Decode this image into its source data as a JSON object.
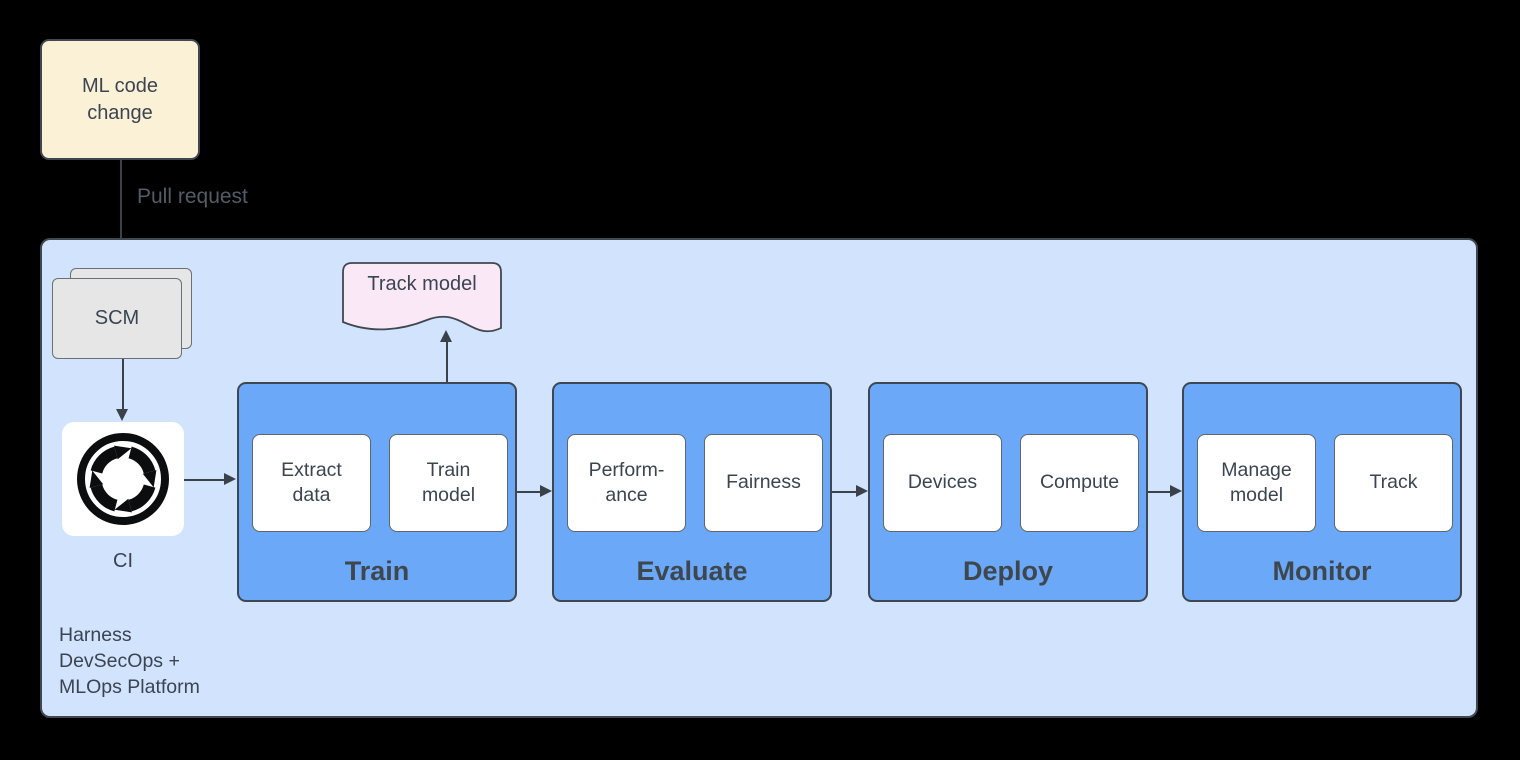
{
  "nodes": {
    "ml_code_change": "ML code\nchange",
    "scm": "SCM",
    "ci": "CI",
    "track_model": "Track model",
    "platform": "Harness\nDevSecOps +\nMLOps Platform"
  },
  "edges": {
    "pull_request": "Pull request"
  },
  "stages": [
    {
      "title": "Train",
      "items": [
        "Extract\ndata",
        "Train\nmodel"
      ]
    },
    {
      "title": "Evaluate",
      "items": [
        "Perform-\nance",
        "Fairness"
      ]
    },
    {
      "title": "Deploy",
      "items": [
        "Devices",
        "Compute"
      ]
    },
    {
      "title": "Monitor",
      "items": [
        "Manage\nmodel",
        "Track"
      ]
    }
  ],
  "icons": {
    "ci": "cycle-arrows-icon"
  },
  "colors": {
    "stage_fill": "#6BA8F7",
    "stage_stroke": "#3F4750",
    "platform_fill": "#D2E3FD",
    "platform_stroke": "#3F4750",
    "source_fill": "#FBF1D6",
    "source_stroke": "#3F4750",
    "doc_fill": "#FAE8F6",
    "doc_stroke": "#3F4750",
    "scm_fill": "#E6E6E6",
    "scm_stroke": "#6B7076",
    "step_stroke": "#5F666D",
    "arrow": "#3A4149",
    "text": "#3B4551",
    "title_text": "#3F474E",
    "muted_text": "#525C66",
    "icon": "#0C0D0E"
  }
}
